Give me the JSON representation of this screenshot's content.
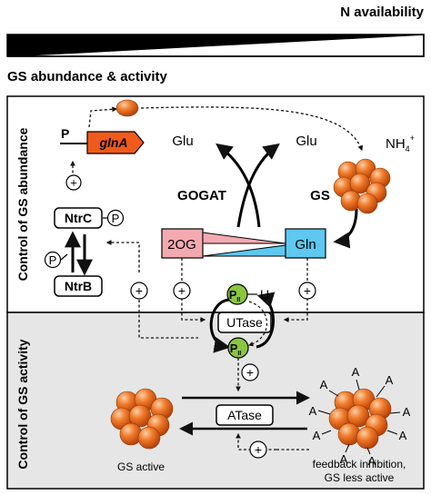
{
  "header": {
    "n_availability": "N availability",
    "gs_abundance_activity": "GS abundance & activity"
  },
  "sections": {
    "abundance_label": "Control of GS abundance",
    "activity_label": "Control of GS activity"
  },
  "gene": {
    "promoter": "P",
    "name": "glnA"
  },
  "regulators": {
    "ntrc": "NtrC",
    "ntrb": "NtrB",
    "phospho": "P",
    "plus": "+"
  },
  "enzymes": {
    "gogat": "GOGAT",
    "gs": "GS",
    "utase": "UTase",
    "atase": "ATase"
  },
  "metabolites": {
    "glu_left": "Glu",
    "glu_right": "Glu",
    "nh4": "NH",
    "nh4_sub": "4",
    "nh4_sup": "+",
    "two_og": "2OG",
    "gln": "Gln"
  },
  "pii": {
    "p": "P",
    "sub": "II",
    "u": "U"
  },
  "gs_states": {
    "adenylyl": "A",
    "active_caption": "GS active",
    "inhibited_caption_1": "feedback inhibition,",
    "inhibited_caption_2": "GS less active"
  },
  "colors": {
    "gene_orange": "#f05a1a",
    "gs_sphere": "#f07a2a",
    "og_box": "#f4a9b0",
    "gln_box": "#5ec8f0",
    "pii_green": "#8cc63f",
    "activity_bg": "#e6e6e6",
    "abundance_bg": "#ffffff"
  }
}
